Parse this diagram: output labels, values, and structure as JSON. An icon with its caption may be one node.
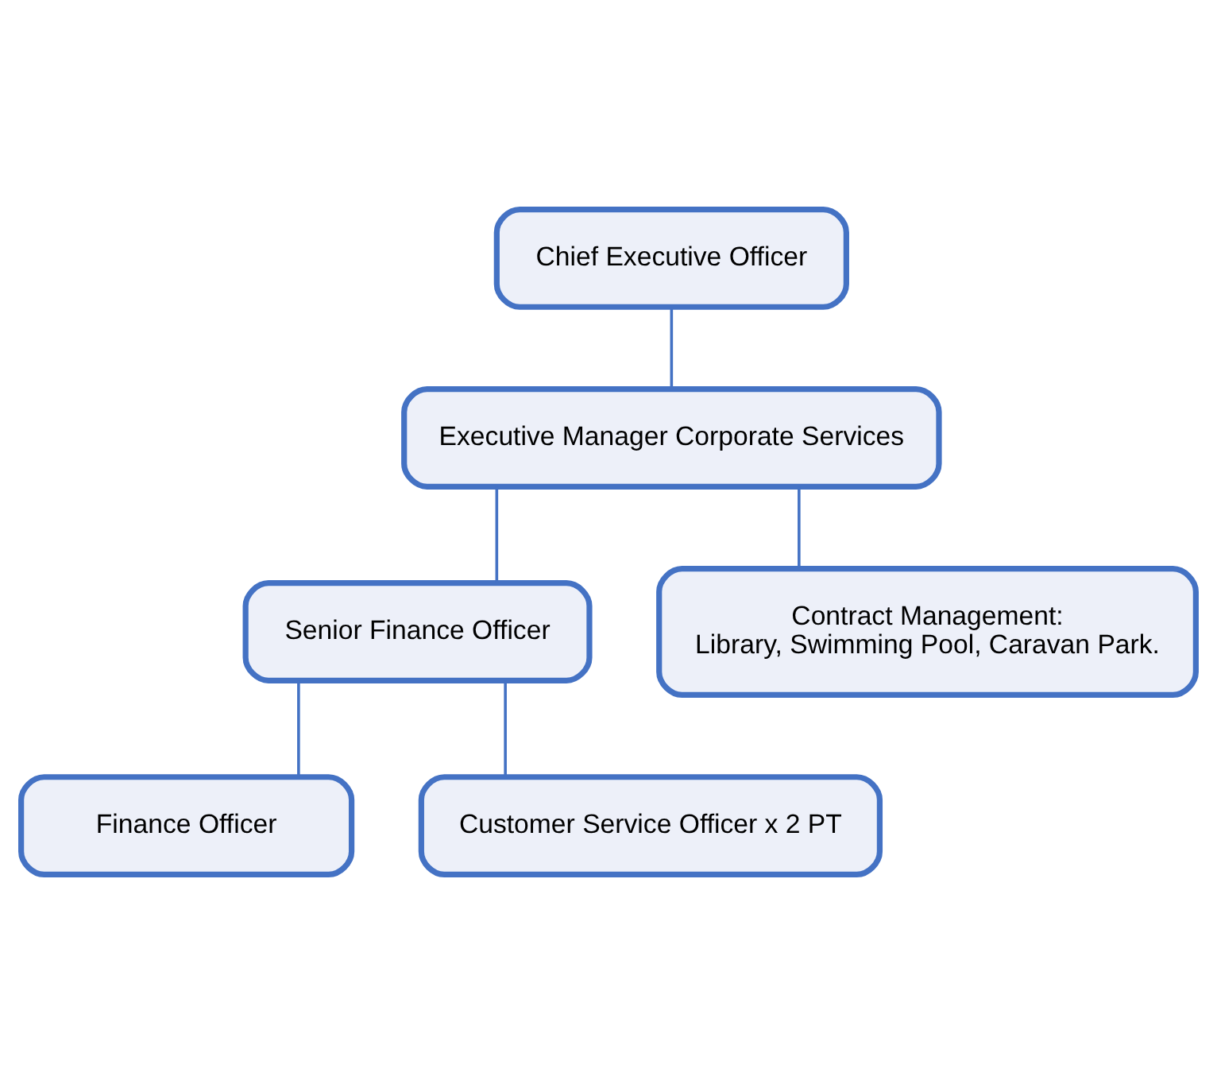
{
  "diagram": {
    "nodes": [
      {
        "text": [
          "Chief Executive Officer"
        ]
      },
      {
        "text": [
          "Executive Manager Corporate Services"
        ]
      },
      {
        "text": [
          "Senior Finance Officer"
        ]
      },
      {
        "text": [
          "Contract Management:",
          "Library, Swimming Pool, Caravan Park."
        ]
      },
      {
        "text": [
          "Finance Officer"
        ]
      },
      {
        "text": [
          "Customer Service Officer x 2 PT"
        ]
      }
    ],
    "edges": [
      {
        "from": 0,
        "to": 1,
        "arrow": "none"
      },
      {
        "from": 1,
        "to": 2,
        "arrow": "none"
      },
      {
        "from": 1,
        "to": 3,
        "arrow": "none"
      },
      {
        "from": 2,
        "to": 4,
        "arrow": "none"
      },
      {
        "from": 2,
        "to": 5,
        "arrow": "none"
      }
    ]
  }
}
